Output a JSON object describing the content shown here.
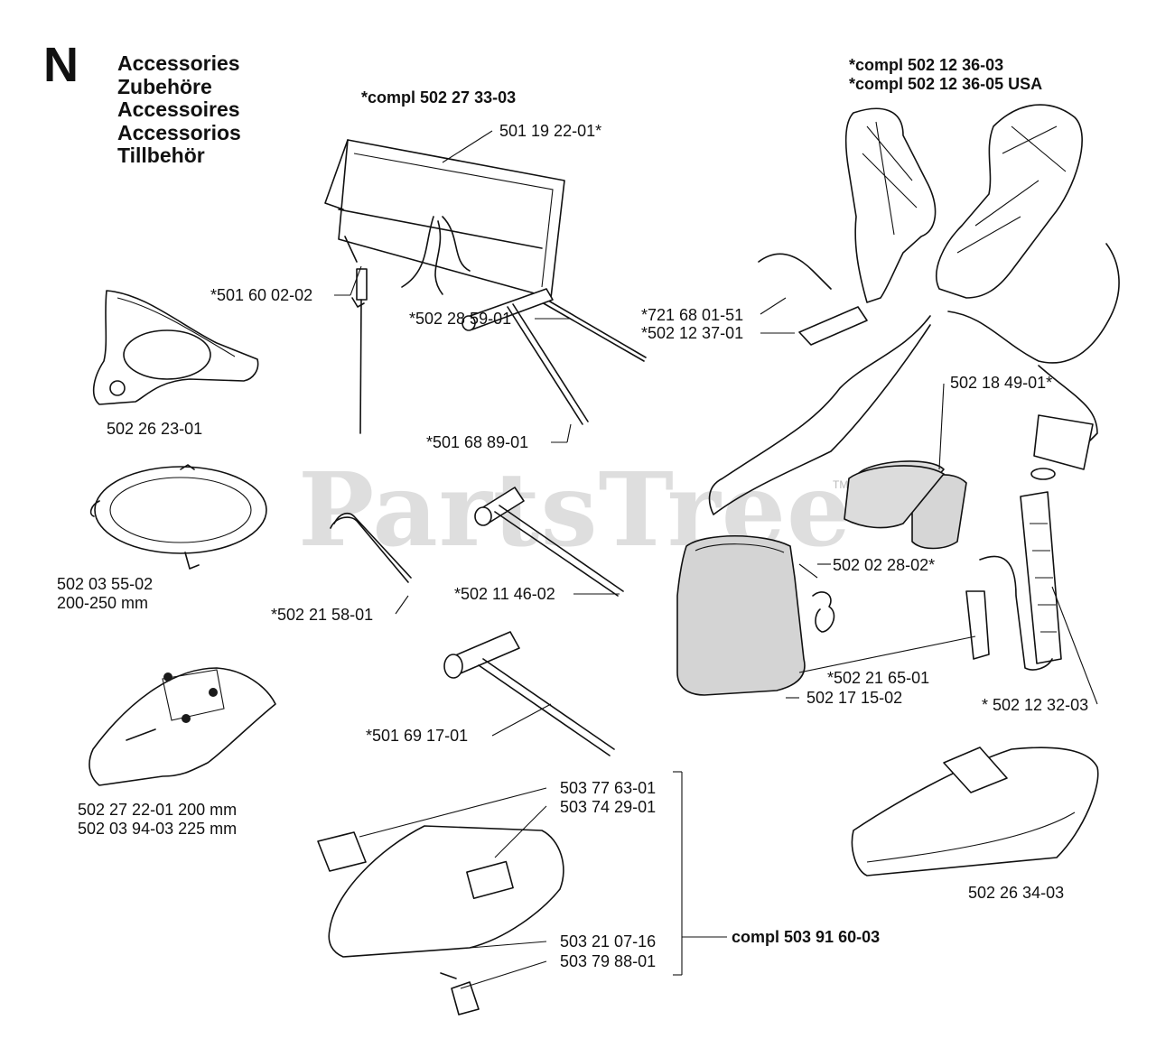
{
  "section": {
    "letter": "N",
    "titles": [
      "Accessories",
      "Zubehöre",
      "Accessoires",
      "Accessorios",
      "Tillbehör"
    ]
  },
  "watermark": {
    "text": "PartsTree",
    "trademark": "TM"
  },
  "kits": {
    "bag": "*compl 502 27 33-03",
    "harness_1": "*compl 502 12 36-03",
    "harness_2": "*compl 502 12 36-05 USA",
    "guard_kit": "compl 503 91 60-03"
  },
  "parts": {
    "bag_cover": "501 19 22-01*",
    "rivet": "*501 60 02-02",
    "rod": "*502 28 59-01",
    "t_wrench": "*501 68 89-01",
    "hook_1": "*721 68 01-51",
    "hook_2": "*502 12 37-01",
    "guard_round": "502 26 23-01",
    "ring_guard": "502 03 55-02",
    "ring_guard_size": "200-250 mm",
    "hex_key": "*502 21 58-01",
    "socket_wrench": "*502 11 46-02",
    "hip_pad": "502 18 49-01*",
    "clip": "502 02 28-02*",
    "buckle": "*502 21 65-01",
    "pad": "502 17 15-02",
    "strap": "* 502 12 32-03",
    "combi_wrench": "*501 69 17-01",
    "guard_200": "502 27 22-01 200 mm",
    "guard_225": "502 03 94-03 225 mm",
    "plate": "503 77 63-01",
    "decal": "503 74 29-01",
    "screw": "503 21 07-16",
    "bracket": "503 79 88-01",
    "guard_long": "502 26 34-03"
  }
}
